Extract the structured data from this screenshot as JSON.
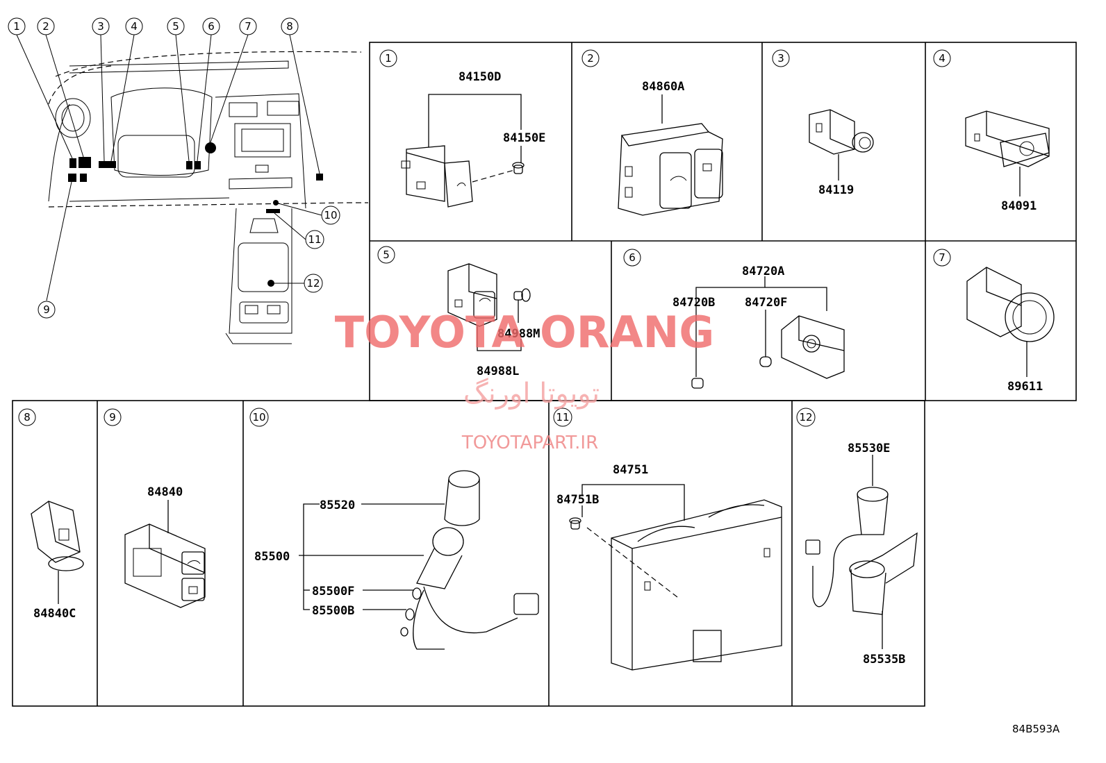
{
  "callouts": [
    "1",
    "2",
    "3",
    "4",
    "5",
    "6",
    "7",
    "8",
    "9",
    "10",
    "11",
    "12"
  ],
  "panels": [
    {
      "id": "1",
      "parts": [
        "84150D",
        "84150E"
      ]
    },
    {
      "id": "2",
      "parts": [
        "84860A"
      ]
    },
    {
      "id": "3",
      "parts": [
        "84119"
      ]
    },
    {
      "id": "4",
      "parts": [
        "84091"
      ]
    },
    {
      "id": "5",
      "parts": [
        "84988M",
        "84988L"
      ]
    },
    {
      "id": "6",
      "parts": [
        "84720A",
        "84720B",
        "84720F"
      ]
    },
    {
      "id": "7",
      "parts": [
        "89611"
      ]
    },
    {
      "id": "8",
      "parts": [
        "84840C"
      ]
    },
    {
      "id": "9",
      "parts": [
        "84840"
      ]
    },
    {
      "id": "10",
      "parts": [
        "85520",
        "85500",
        "85500F",
        "85500B"
      ]
    },
    {
      "id": "11",
      "parts": [
        "84751",
        "84751B"
      ]
    },
    {
      "id": "12",
      "parts": [
        "85530E",
        "85535B"
      ]
    }
  ],
  "watermark": {
    "brand": "TOYOTA ORANG",
    "persian": "تویوتا اورنگ",
    "site": "TOYOTAPART.IR"
  },
  "diagram_code": "84B593A",
  "colors": {
    "line": "#000000",
    "watermark": "#f06a6a"
  }
}
